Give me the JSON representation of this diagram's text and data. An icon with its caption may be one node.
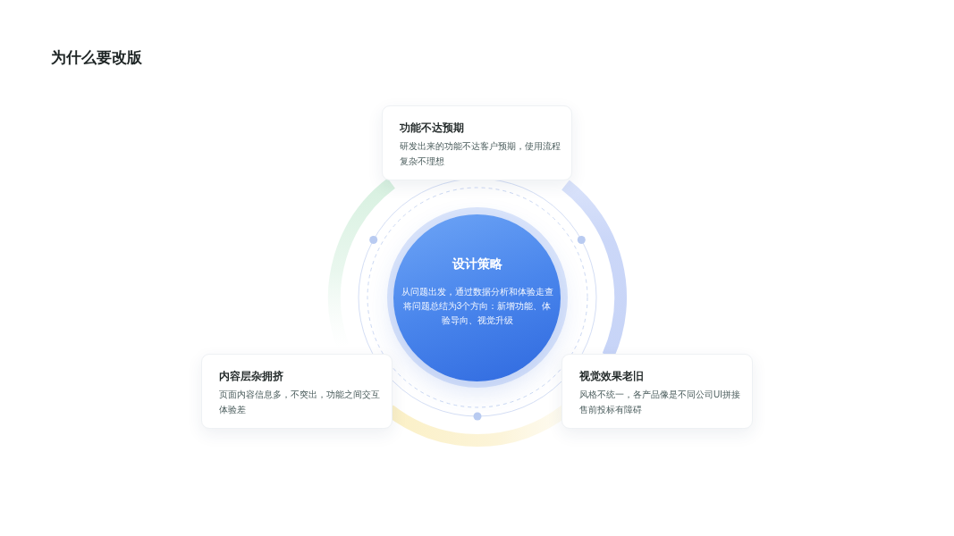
{
  "diagram": {
    "title": "为什么要改版",
    "nodes": [
      {
        "text": [
          "功能不达预期",
          "研发出来的功能不达客户预期，使用流程复杂不理想"
        ]
      },
      {
        "text": [
          "设计策略",
          "从问题出发，通过数据分析和体验走查将问题总结为3个方向：新增功能、体验导向、视觉升级"
        ]
      },
      {
        "text": [
          "内容层杂拥挤",
          "页面内容信息多，不突出，功能之间交互体验差"
        ]
      },
      {
        "text": [
          "视觉效果老旧",
          "风格不统一，各产品像是不同公司UI拼接售前投标有障碍"
        ]
      }
    ]
  }
}
